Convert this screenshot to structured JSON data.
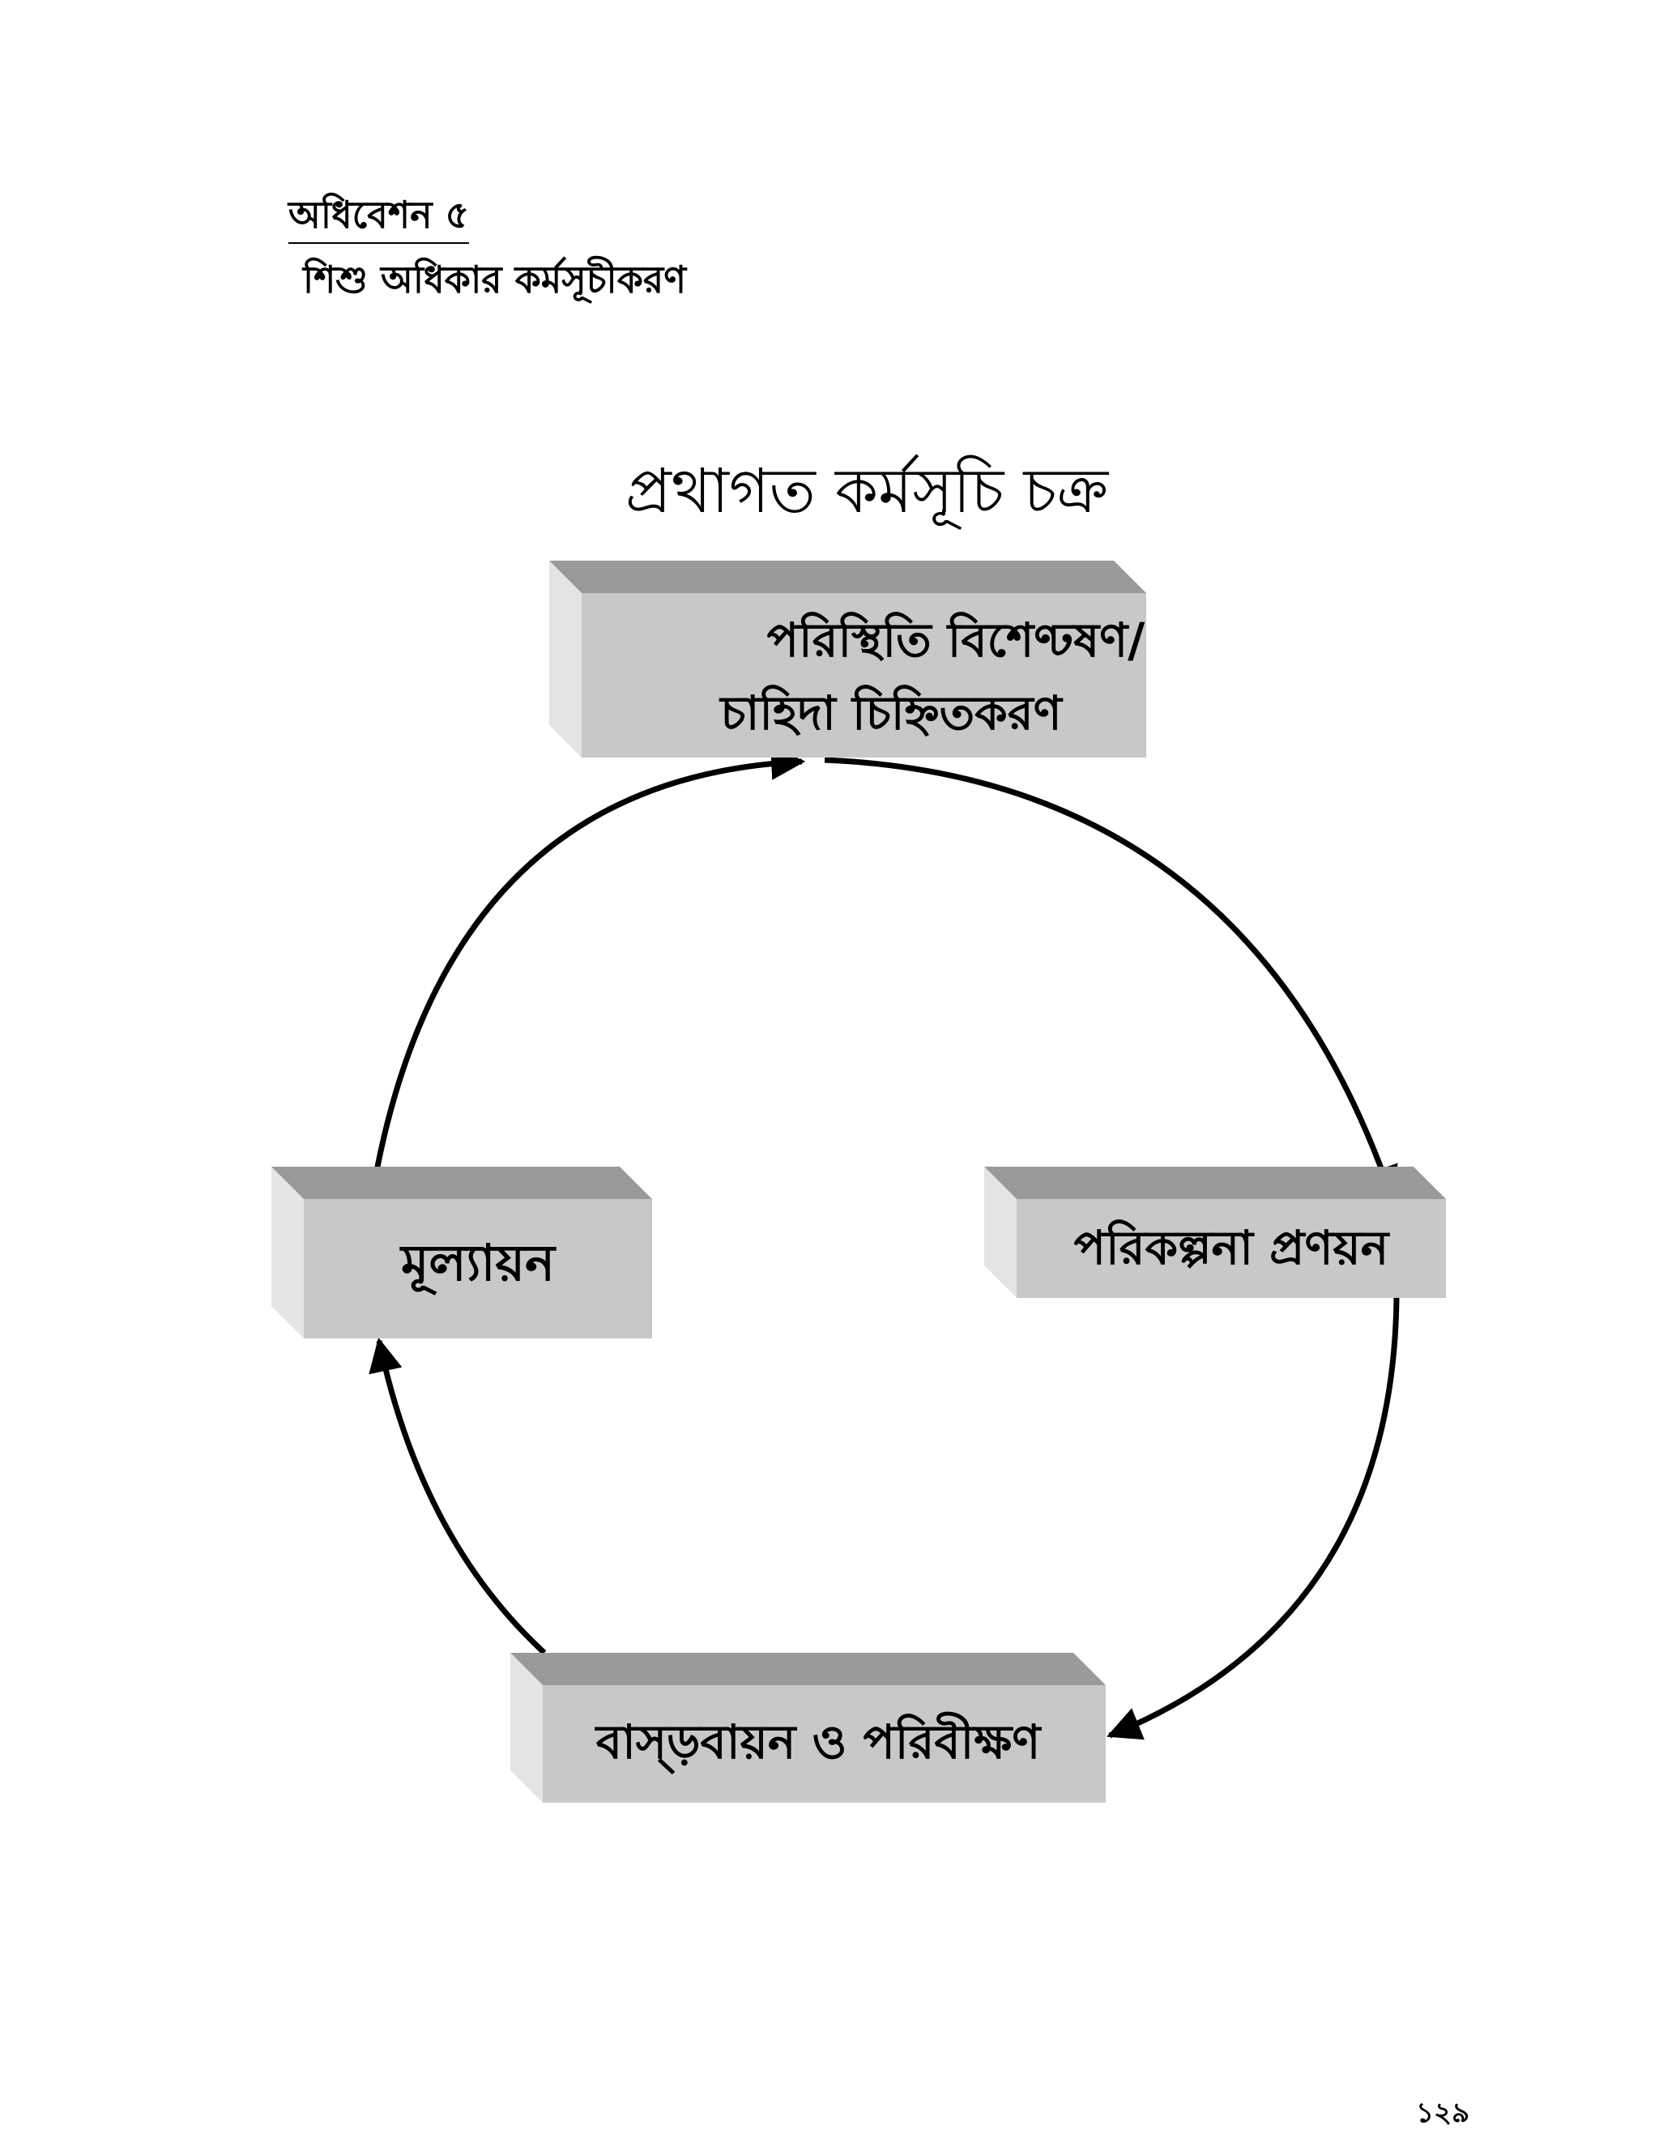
{
  "header": {
    "session": "অধিবেশন ৫",
    "topic": "শিশু অধিকার কর্মসূচীকরণ"
  },
  "diagram": {
    "title": "প্রথাগত কর্মসূচি চক্র",
    "steps": [
      {
        "lines": [
          "পরিস্থিতি বিশেণ্ঢষণ/",
          "চাহিদা চিহ্নিতকরণ"
        ]
      },
      {
        "lines": [
          "পরিকল্পনা প্রণয়ন"
        ]
      },
      {
        "lines": [
          "বাস্ড়বায়ন ও পরিবীক্ষণ"
        ]
      },
      {
        "lines": [
          "মূল্যায়ন"
        ]
      }
    ],
    "colors": {
      "box_face": "#c8c8c8",
      "box_top": "#9a9a9a",
      "box_side": "#e4e4e4",
      "arrow": "#000000"
    }
  },
  "footer": {
    "page_number": "১২৯"
  }
}
